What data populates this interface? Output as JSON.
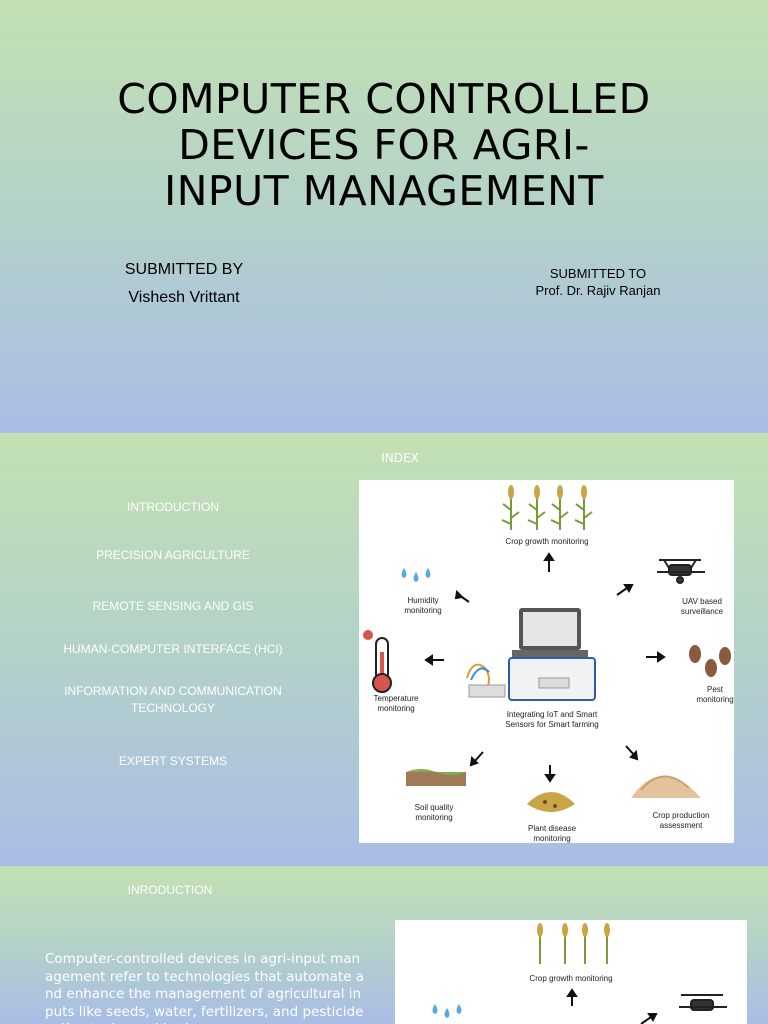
{
  "slide1": {
    "title_lines": [
      "COMPUTER CONTROLLED",
      "DEVICES FOR AGRI-",
      "INPUT MANAGEMENT"
    ],
    "submitted_by_label": "SUBMITTED BY",
    "submitted_by_name": "Vishesh Vrittant",
    "submitted_to_label": "SUBMITTED TO",
    "submitted_to_name": "Prof. Dr. Rajiv Ranjan"
  },
  "slide2": {
    "title": "INDEX",
    "items": [
      "INTRODUCTION",
      "PRECISION AGRICULTURE",
      "REMOTE SENSING AND GIS",
      "HUMAN-COMPUTER INTERFACE (HCI)",
      "INFORMATION AND COMMUNICATION TECHNOLOGY",
      "EXPERT SYSTEMS"
    ]
  },
  "figure": {
    "center_label_1": "Integrating IoT and Smart",
    "center_label_2": "Sensors for Smart farming",
    "crop_growth": "Crop growth monitoring",
    "humidity_1": "Humidity",
    "humidity_2": "monitoring",
    "uav_1": "UAV based",
    "uav_2": "surveillance",
    "temperature_1": "Temperature",
    "temperature_2": "monitoring",
    "pest_1": "Pest",
    "pest_2": "monitoring",
    "soil_1": "Soil quality",
    "soil_2": "monitoring",
    "plant_1": "Plant disease",
    "plant_2": "monitoring",
    "crop_prod_1": "Crop production",
    "crop_prod_2": "assessment"
  },
  "slide3": {
    "title": "INRODUCTION",
    "body": "Computer-controlled devices in agri-input management refer to technologies that automate and enhance the management of agricultural inputs like seeds, water, fertilizers, and pesticides. Key tools used in these"
  }
}
